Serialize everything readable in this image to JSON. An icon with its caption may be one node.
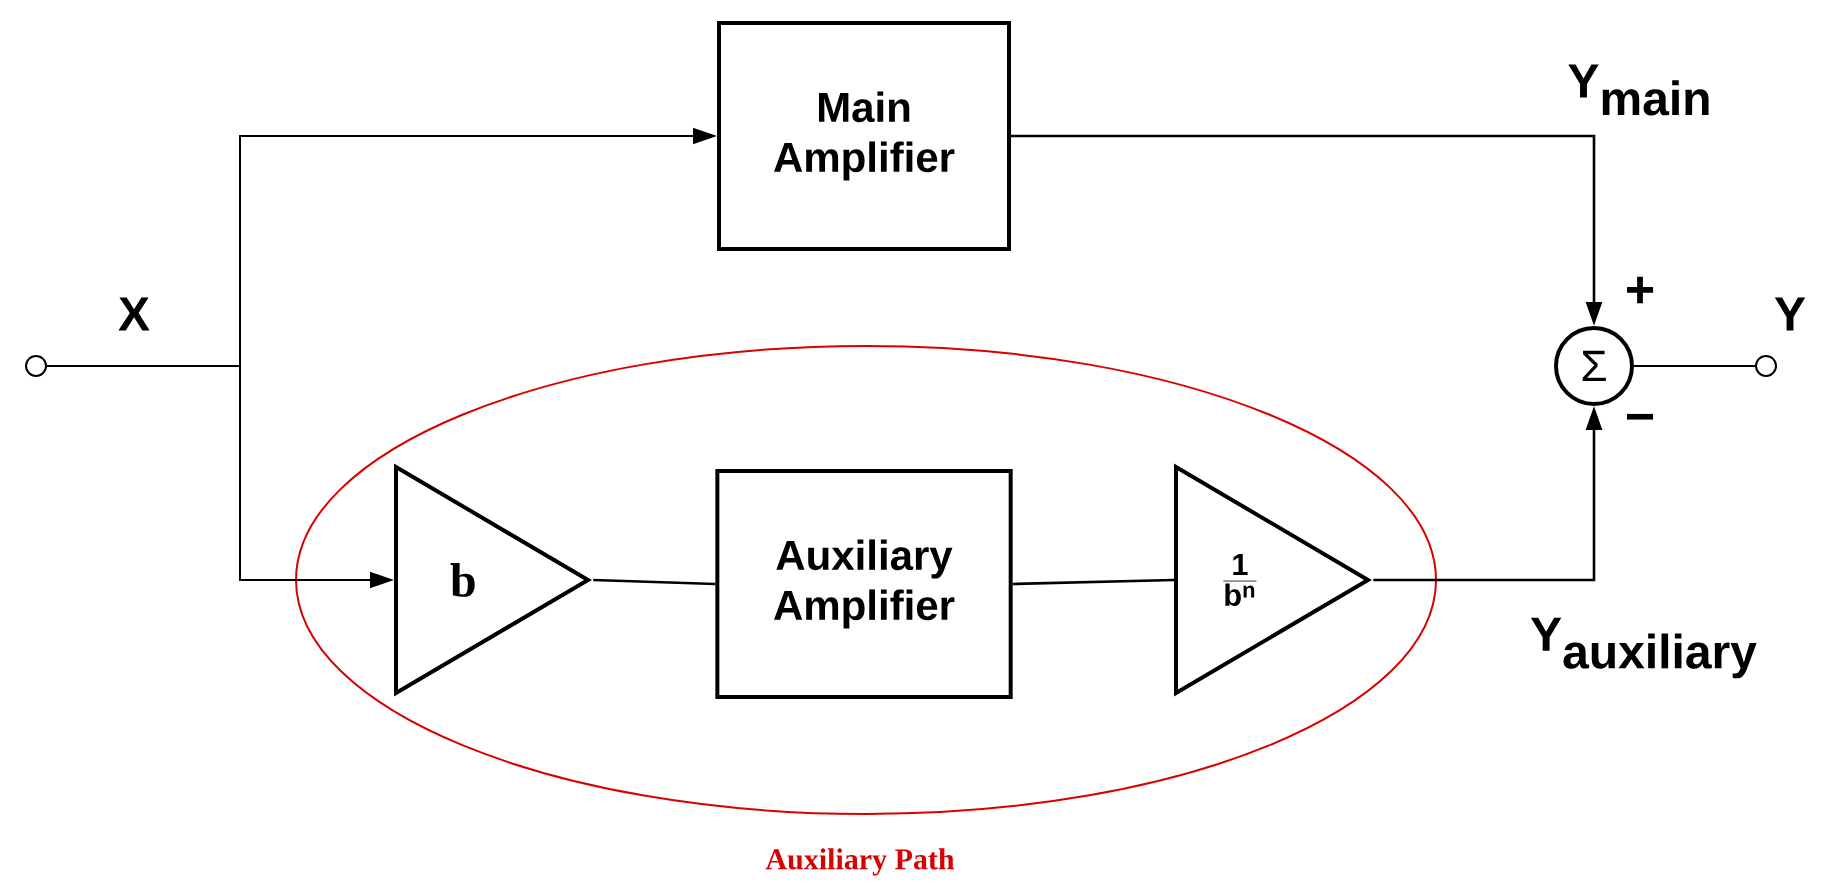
{
  "diagram": {
    "nodes": [
      {
        "text": [],
        "shape": "circle"
      },
      {
        "text": [
          "Main Amplifier"
        ]
      },
      {
        "text": [
          "Auxiliary Path"
        ]
      },
      {
        "text": [
          "b"
        ],
        "in": 2
      },
      {
        "text": [
          "Auxiliary Amplifier"
        ],
        "in": 2
      },
      {
        "text": [
          "\\frac{\\mathbf{1}}{\\mathbf{b}^{\\mathbf{n}}}"
        ],
        "in": 2
      },
      {
        "text": [
          "Σ"
        ]
      },
      {
        "text": [],
        "shape": "circle"
      }
    ],
    "edges": [
      {
        "from": 0,
        "to": 1,
        "arrow": "to"
      },
      {
        "from": 0,
        "to": 3,
        "arrow": "to"
      },
      {
        "from": 1,
        "to": 6,
        "arrow": "to"
      },
      {
        "from": 3,
        "to": 4,
        "arrow": "none"
      },
      {
        "from": 4,
        "to": 5,
        "arrow": "none"
      },
      {
        "from": 5,
        "to": 6,
        "arrow": "to"
      },
      {
        "from": 6,
        "to": 7,
        "arrow": "none"
      }
    ],
    "labels": [
      "X",
      "\\textbf{Y}_{\\textbf{main}}",
      "+",
      "−",
      "Y",
      "\\textbf{Y}_{\\textbf{auxiliary}}"
    ]
  }
}
